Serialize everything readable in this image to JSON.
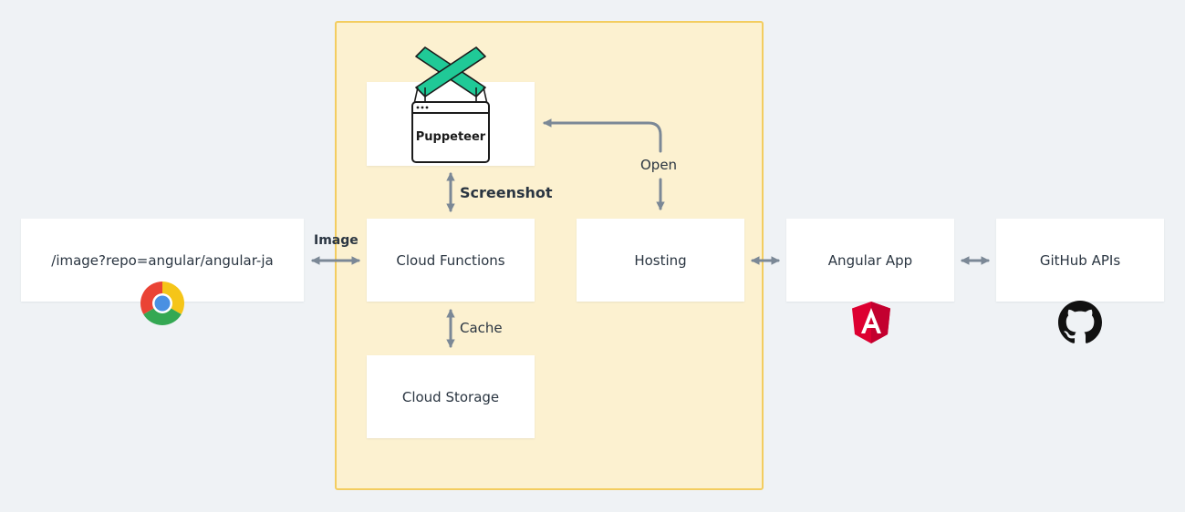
{
  "nodes": {
    "url_request": "/image?repo=angular/angular-ja",
    "cloud_functions": "Cloud Functions",
    "hosting": "Hosting",
    "angular_app": "Angular App",
    "github_apis": "GitHub APIs",
    "cloud_storage": "Cloud Storage",
    "puppeteer": "Puppeteer"
  },
  "edges": {
    "image": "Image",
    "screenshot": "Screenshot",
    "cache": "Cache",
    "open": "Open"
  },
  "icons": {
    "browser": "chrome-icon",
    "framework": "angular-icon",
    "repository": "github-icon",
    "automation": "puppeteer-icon"
  },
  "colors": {
    "background": "#eff2f5",
    "group_fill": "#fcf1d0",
    "group_border": "#f3cd60",
    "arrow": "#7b8896",
    "puppeteer_green": "#20c997",
    "angular_red": "#dd0031"
  }
}
